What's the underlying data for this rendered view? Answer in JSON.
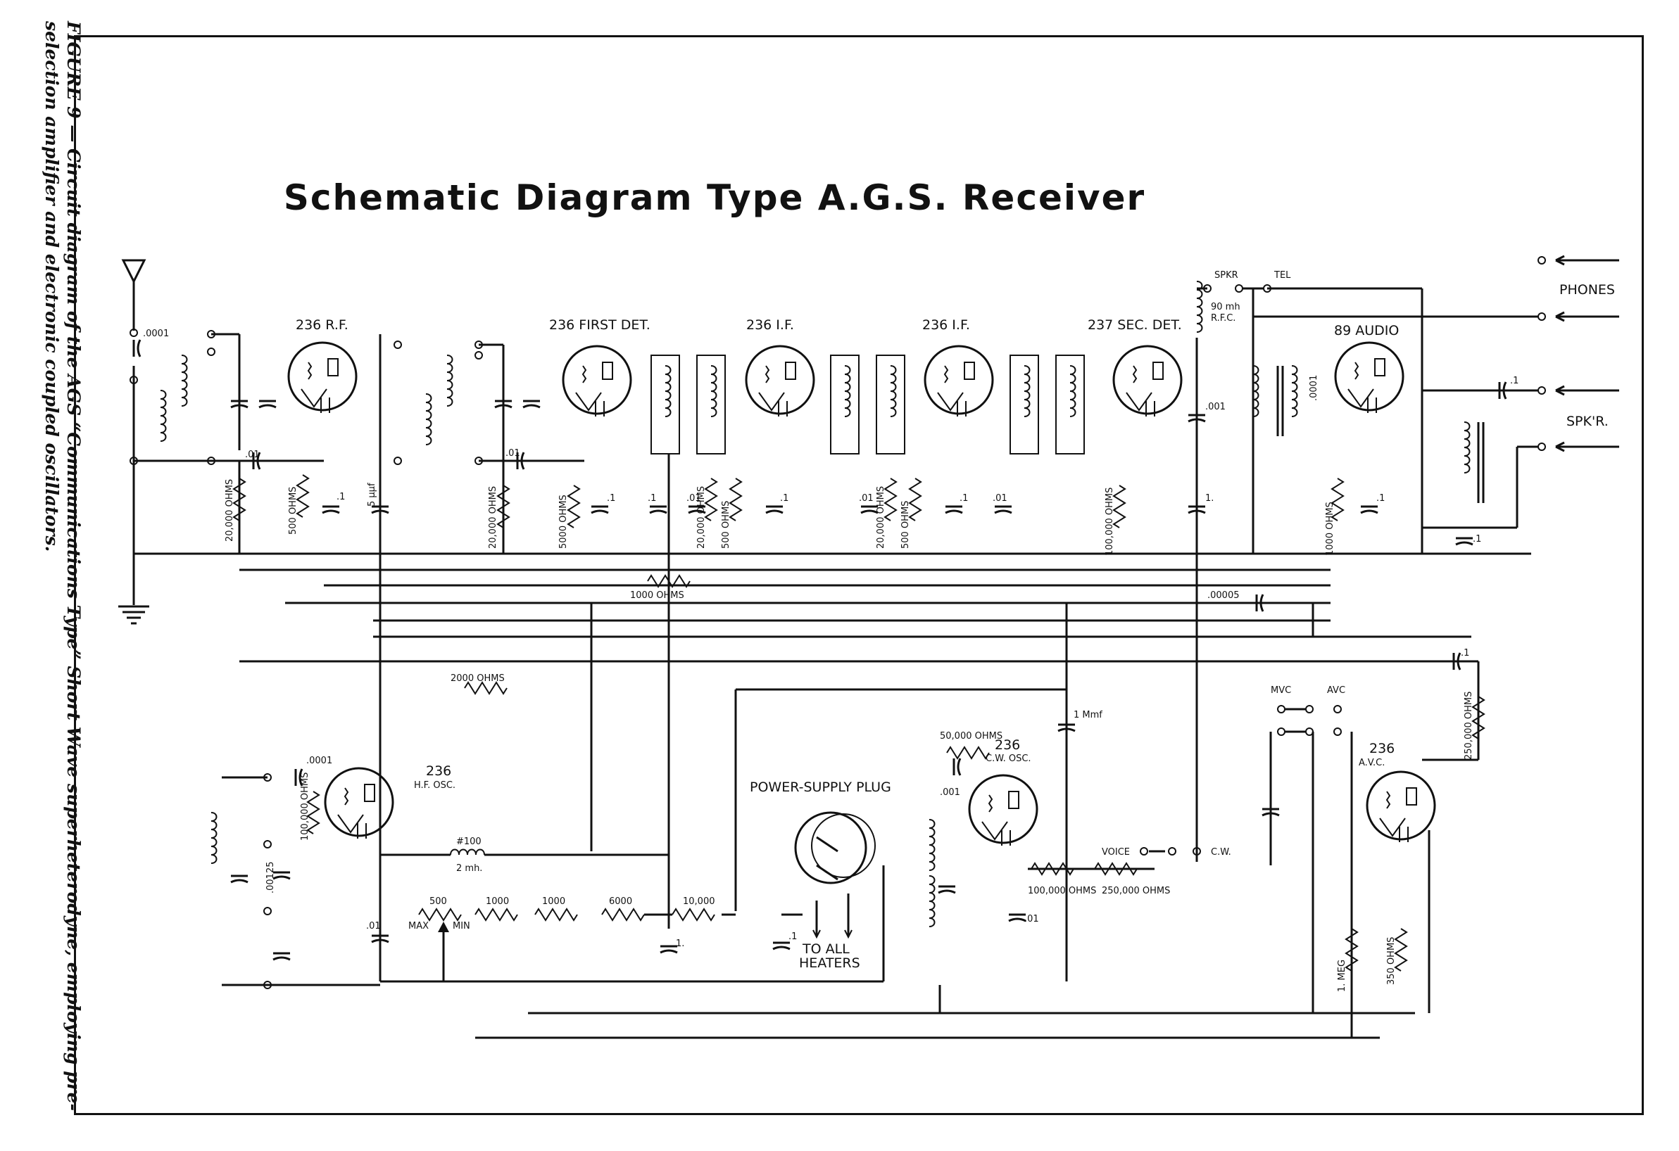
{
  "caption": {
    "figure": "FIGURE 9",
    "dash": " — ",
    "text": "Circuit diagram of the AGS “Communications Type” Short Wave superheterodyne, employing pre-selection amplifier and electronic coupled oscillators."
  },
  "title": "Schematic Diagram Type A.G.S. Receiver",
  "tubes": {
    "rf": "236 R.F.",
    "first_det": "236 FIRST DET.",
    "if1": "236 I.F.",
    "if2": "236 I.F.",
    "sec_det": "237 SEC. DET.",
    "audio": "89 AUDIO",
    "hf_osc_num": "236",
    "hf_osc": "H.F. OSC.",
    "cw_osc_num": "236",
    "cw_osc": "C.W. OSC.",
    "avc_num": "236",
    "avc": "A.V.C."
  },
  "labels": {
    "phones": "PHONES",
    "spkr_out": "SPK'R.",
    "spkr_switch": "SPKR",
    "tel": "TEL",
    "rfc_90": "90 mh",
    "rfc": "R.F.C.",
    "power_plug": "POWER-SUPPLY PLUG",
    "to_all": "TO ALL",
    "heaters": "HEATERS",
    "mvc": "MVC",
    "avc_sw": "AVC",
    "voice": "VOICE",
    "cw": "C.W.",
    "max": "MAX",
    "min": "MIN",
    "rfc_100": "#100",
    "mh2": "2 mh."
  },
  "values": {
    "c0001_ant": ".0001",
    "c01_a": ".01",
    "r20000_a": "20,000 OHMS",
    "r500_a": "500 OHMS",
    "c1_a": ".1",
    "c5uuf": "5 μμf",
    "c01_b": ".01",
    "r20000_b": "20,000 OHMS",
    "r5000": "5000 OHMS",
    "c1_b": ".1",
    "c1_c": ".1",
    "c01_c": ".01",
    "r20000_c": "20,000 OHMS",
    "r500_b": "500 OHMS",
    "c1_d": ".1",
    "c01_d": ".01",
    "r20000_d": "20,000 OHMS",
    "r500_c": "500 OHMS",
    "c1_e": ".1",
    "c01_e": ".01",
    "c001": ".001",
    "r100000_a": "100,000 OHMS",
    "c1_f": "1.",
    "c0001_b": ".0001",
    "r1000_a": "1000 OHMS",
    "c1_g": ".1",
    "c1_out": ".1",
    "c1_h": ".1",
    "r1000_b": "1000 OHMS",
    "c00005": ".00005",
    "r2000": "2000 OHMS",
    "c1mmf": "1 Mmf",
    "c1_avc": ".1",
    "r250000_a": "250,000 OHMS",
    "c0001_osc": ".0001",
    "r100000_osc": "100,000 OHMS",
    "c00125": ".00125",
    "c01_osc": ".01",
    "r50000": "50,000 OHMS",
    "c001_cw": ".001",
    "r100000_cw": "100,000 OHMS",
    "r250000_cw": "250,000 OHMS",
    "c01_cw": ".01",
    "r1meg": "1. MEG",
    "r350": "350 OHMS",
    "d500": "500",
    "d1000a": "1000",
    "d1000b": "1000",
    "d6000": "6000",
    "d10000": "10,000",
    "c1_div": "1.",
    "c1_plug": ".1"
  }
}
